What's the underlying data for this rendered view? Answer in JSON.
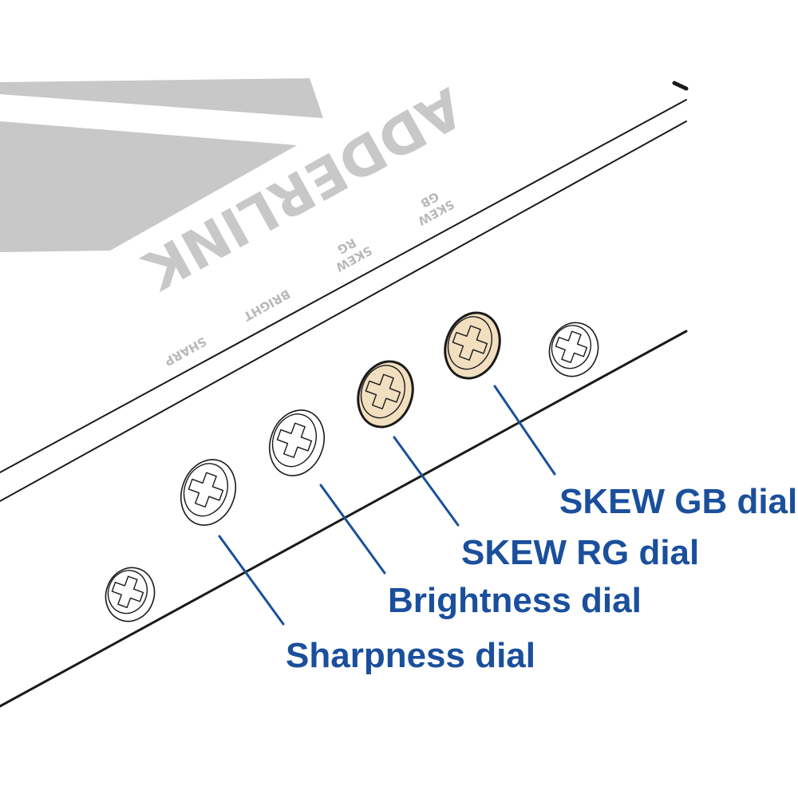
{
  "device": {
    "brand": "ADDERLINK",
    "panel_labels": {
      "sharp": "SHARP",
      "bright": "BRIGHT",
      "skew_rg_line1": "SKEW",
      "skew_rg_line2": "RG",
      "skew_gb_line1": "SKEW",
      "skew_gb_line2": "GB"
    }
  },
  "callouts": {
    "sharpness": "Sharpness dial",
    "brightness": "Brightness dial",
    "skew_rg": "SKEW RG dial",
    "skew_gb": "SKEW GB dial"
  },
  "colors": {
    "callout_text": "#1a4f9c",
    "callout_line": "#1a4f9c",
    "highlight_dial": "#f1dfc0",
    "panel_text": "#b9b9b9",
    "logo_shape": "#c8c8c8",
    "outline": "#1a1a1a"
  },
  "dials": [
    {
      "name": "screw-left",
      "highlighted": false
    },
    {
      "name": "sharpness",
      "highlighted": false
    },
    {
      "name": "brightness",
      "highlighted": false
    },
    {
      "name": "skew-rg",
      "highlighted": true
    },
    {
      "name": "skew-gb",
      "highlighted": true
    },
    {
      "name": "screw-right",
      "highlighted": false
    }
  ]
}
